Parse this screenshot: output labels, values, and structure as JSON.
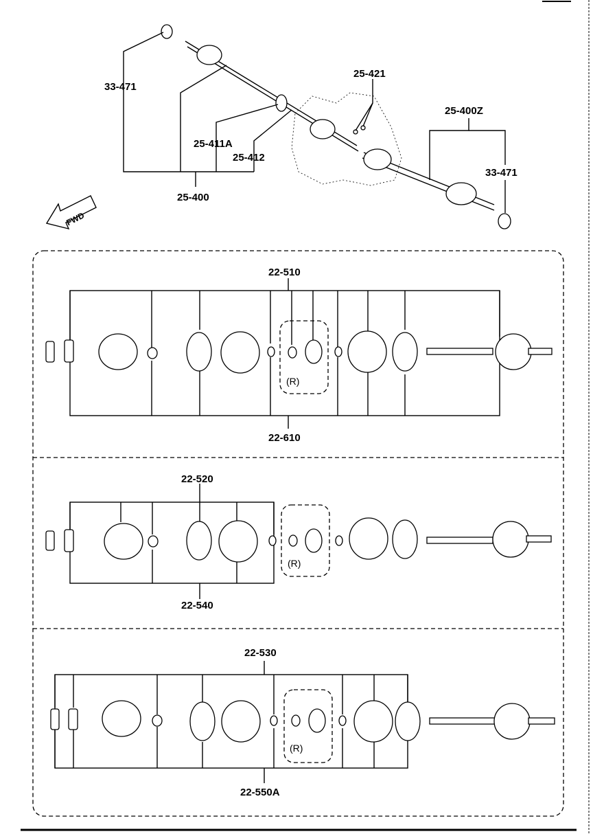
{
  "title": "",
  "top_assembly": {
    "labels": {
      "boot_band_left": "33-471",
      "inner_clip": "25-421",
      "shaft_right": "25-400Z",
      "bolt_1": "25-411A",
      "bolt_2": "25-412",
      "shaft_left": "25-400",
      "boot_band_right": "33-471"
    },
    "fwd_text": "FWD"
  },
  "sections": [
    {
      "top_label": "22-510",
      "bottom_label": "22-610",
      "r_mark": "(R)"
    },
    {
      "top_label": "22-520",
      "bottom_label": "22-540",
      "r_mark": "(R)"
    },
    {
      "top_label": "22-530",
      "bottom_label": "22-550A",
      "r_mark": "(R)"
    }
  ]
}
